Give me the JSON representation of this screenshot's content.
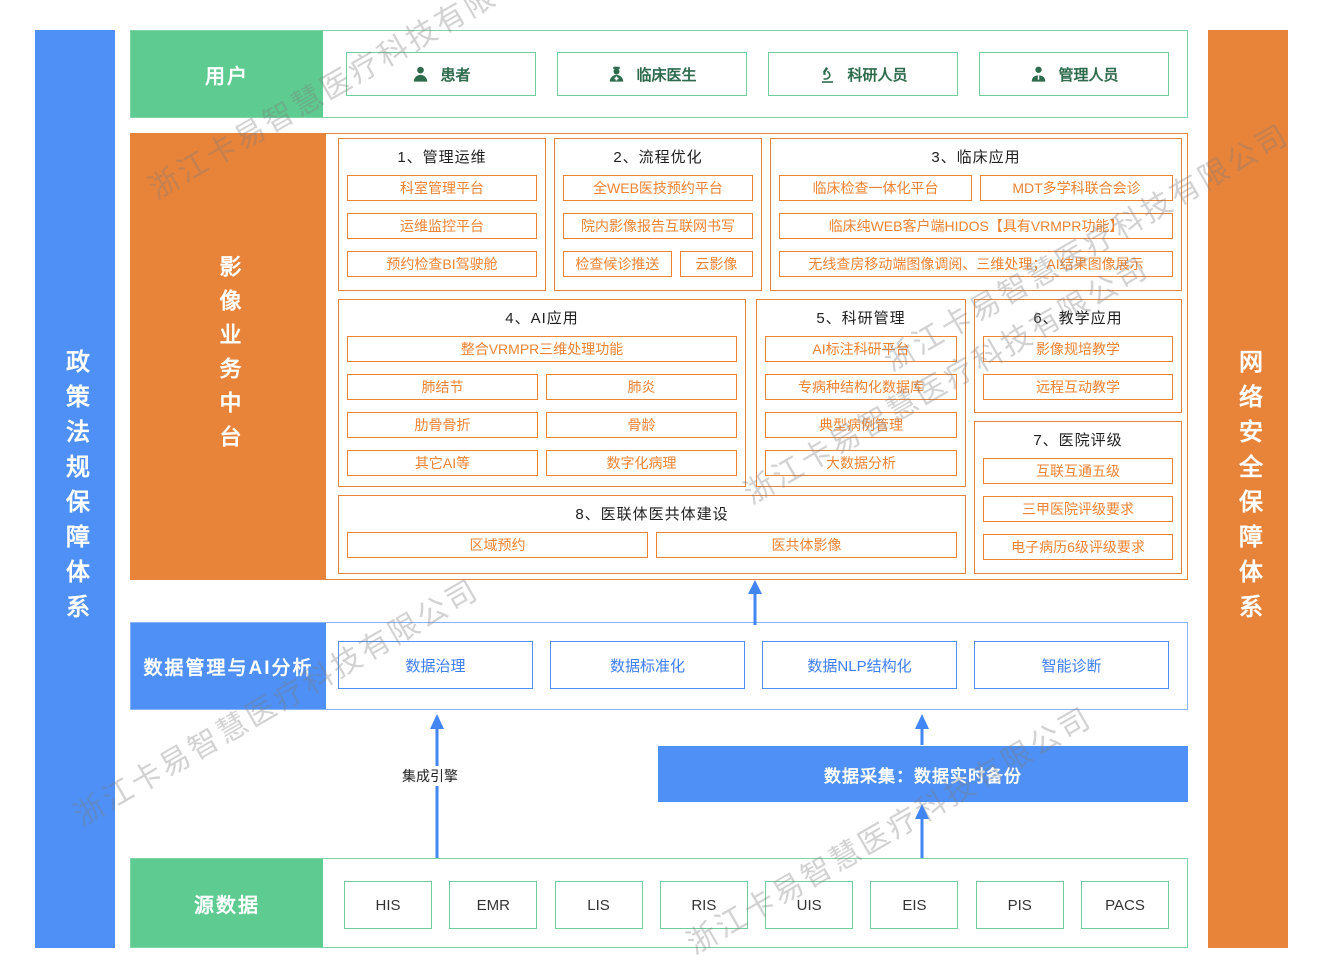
{
  "watermark": "浙江卡易智慧医疗科技有限公司",
  "colors": {
    "green": "#5ecb90",
    "orange": "#e8833a",
    "blue": "#4e90f5",
    "arrow_blue": "#4285f4",
    "green_text": "#2d6b4c",
    "orange_text": "#ee8333",
    "blue_text": "#3d7ef2"
  },
  "left_bar": "政策法规保障体系",
  "right_bar": "网络安全保障体系",
  "users": {
    "label": "用户",
    "items": [
      {
        "icon": "patient-icon",
        "label": "患者"
      },
      {
        "icon": "doctor-icon",
        "label": "临床医生"
      },
      {
        "icon": "microscope-icon",
        "label": "科研人员"
      },
      {
        "icon": "admin-icon",
        "label": "管理人员"
      }
    ]
  },
  "platform": {
    "label": "影像业务中台",
    "sections": {
      "s1": {
        "title": "1、管理运维",
        "items": [
          "科室管理平台",
          "运维监控平台",
          "预约检查BI驾驶舱"
        ]
      },
      "s2": {
        "title": "2、流程优化",
        "items": [
          "全WEB医技预约平台",
          "院内影像报告互联网书写",
          "检查候诊推送",
          "云影像"
        ]
      },
      "s3": {
        "title": "3、临床应用",
        "items": [
          "临床检查一体化平台",
          "MDT多学科联合会诊",
          "临床纯WEB客户端HIDOS【具有VRMPR功能】",
          "无线查房移动端图像调阅、三维处理；AI结果图像展示"
        ]
      },
      "s4": {
        "title": "4、AI应用",
        "items": [
          "整合VRMPR三维处理功能",
          "肺结节",
          "肺炎",
          "肋骨骨折",
          "骨龄",
          "其它AI等",
          "数字化病理"
        ]
      },
      "s5": {
        "title": "5、科研管理",
        "items": [
          "AI标注科研平台",
          "专病种结构化数据库",
          "典型病例管理",
          "大数据分析"
        ]
      },
      "s6": {
        "title": "6、教学应用",
        "items": [
          "影像规培教学",
          "远程互动教学"
        ]
      },
      "s7": {
        "title": "7、医院评级",
        "items": [
          "互联互通五级",
          "三甲医院评级要求",
          "电子病历6级评级要求"
        ]
      },
      "s8": {
        "title": "8、医联体医共体建设",
        "items": [
          "区域预约",
          "医共体影像"
        ]
      }
    }
  },
  "data_mgmt": {
    "label": "数据管理与AI分析",
    "items": [
      "数据治理",
      "数据标准化",
      "数据NLP结构化",
      "智能诊断"
    ]
  },
  "integration_engine_label": "集成引擎",
  "data_collection_bar": "数据采集：数据实时备份",
  "sources": {
    "label": "源数据",
    "items": [
      "HIS",
      "EMR",
      "LIS",
      "RIS",
      "UIS",
      "EIS",
      "PIS",
      "PACS"
    ]
  }
}
